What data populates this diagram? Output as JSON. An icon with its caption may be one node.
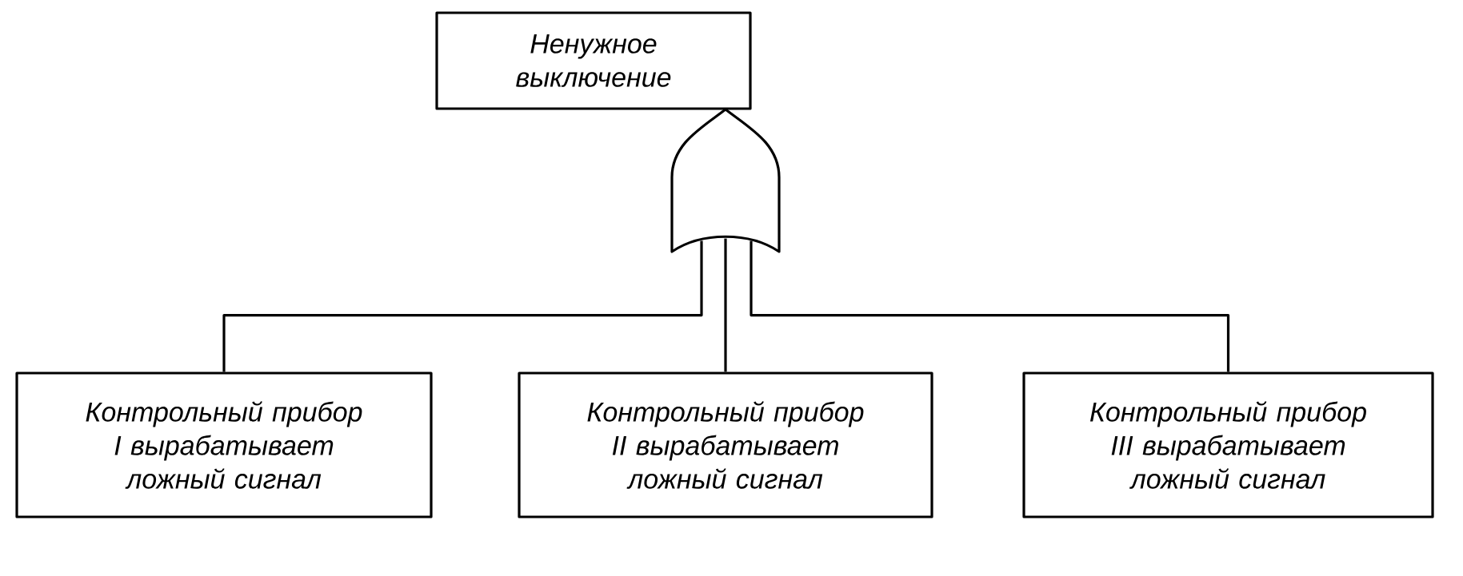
{
  "diagram": {
    "nodes": [
      {
        "text": [
          "Ненужное выключение"
        ]
      },
      {
        "text": [],
        "shape": "gate"
      },
      {
        "text": [
          "Контрольный прибор I вырабатывает ложный сигнал"
        ]
      },
      {
        "text": [
          "Контрольный прибор II вырабатывает ложный сигнал"
        ]
      },
      {
        "text": [
          "Контрольный прибор III вырабатывает ложный сигнал"
        ]
      }
    ],
    "edges": [
      {
        "from": 2,
        "to": 1,
        "arrow": "none"
      },
      {
        "from": 3,
        "to": 1,
        "arrow": "none"
      },
      {
        "from": 4,
        "to": 1,
        "arrow": "none"
      }
    ]
  }
}
